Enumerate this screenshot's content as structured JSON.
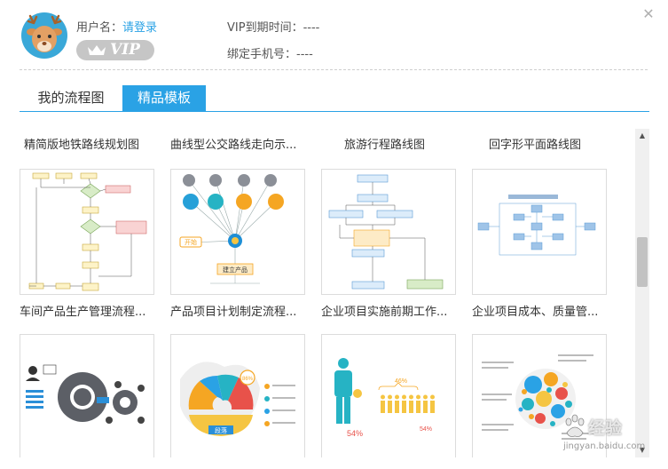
{
  "window": {
    "close_icon": "close-icon"
  },
  "user": {
    "username_label": "用户名：",
    "login_link": "请登录",
    "vip_badge": "VIP",
    "vip_expire_label": "VIP到期时间：",
    "vip_expire_value": "----",
    "phone_label": "绑定手机号：",
    "phone_value": "----"
  },
  "tabs": [
    {
      "label": "我的流程图",
      "active": false
    },
    {
      "label": "精品模板",
      "active": true
    }
  ],
  "templates": {
    "row0": [
      "精简版地铁路线规划图",
      "曲线型公交路线走向示...",
      "旅游行程路线图",
      "回字形平面路线图"
    ],
    "row1": [
      "车间产品生产管理流程...",
      "产品项目计划制定流程...",
      "企业项目实施前期工作...",
      "企业项目成本、质量管..."
    ]
  },
  "thumb_text": {
    "start": "开始",
    "build_product": "建立产品",
    "pct_46": "46%",
    "pct_54a": "54%",
    "pct_54b": "54%",
    "pct_86": "86%",
    "keyword": "段落"
  },
  "watermark": {
    "text": "经验",
    "url": "jingyan.baidu.com"
  },
  "colors": {
    "accent": "#2aa2e5",
    "vip_badge": "#c6c6c6",
    "orange": "#f5a623",
    "teal": "#26b3c4"
  }
}
